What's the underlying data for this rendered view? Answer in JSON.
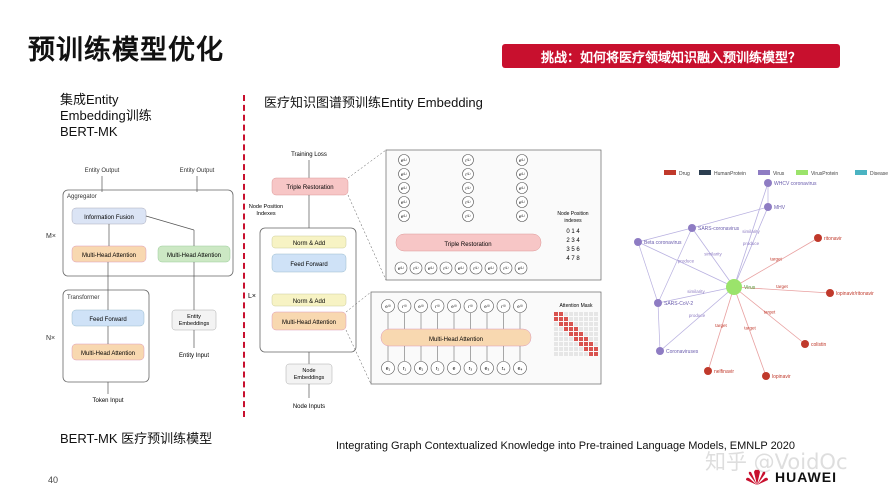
{
  "title": "预训练模型优化",
  "challenge_banner": "挑战：如何将医疗领域知识融入预训练模型？",
  "left_panel": {
    "heading_lines": [
      "集成Entity",
      "Embedding训练",
      "BERT-MK"
    ],
    "caption": "BERT-MK 医疗预训练模型",
    "diagram": {
      "entity_output_1": "Entity Output",
      "entity_output_2": "Entity Output",
      "aggregator": "Aggregator",
      "information_fusion": "Information Fusion",
      "multi_head_attention_a": "Multi-Head Attention",
      "multi_head_attention_b": "Multi-Head Attention",
      "m_label": "M×",
      "transformer": "Transformer",
      "feed_forward": "Feed Forward",
      "multi_head_attention_c": "Multi-Head Attention",
      "n_label": "N×",
      "entity_embeddings_line1": "Entity",
      "entity_embeddings_line2": "Embeddings",
      "entity_input": "Entity Input",
      "token_input": "Token Input"
    }
  },
  "middle_panel": {
    "heading": "医疗知识图谱预训练Entity Embedding",
    "diagram": {
      "training_loss": "Training Loss",
      "triple_restoration": "Triple Restoration",
      "node_position_line1": "Node Position",
      "node_position_line2": "Indexes",
      "norm_add_top": "Norm & Add",
      "feed_forward": "Feed Forward",
      "l_label": "L×",
      "norm_add_bottom": "Norm & Add",
      "multi_head_attention": "Multi-Head Attention",
      "node_embeddings_line1": "Node",
      "node_embeddings_line2": "Embeddings",
      "node_inputs": "Node Inputs",
      "zoom_triple_restoration": "Triple Restoration",
      "zoom_npi_line1": "Node Position",
      "zoom_npi_line2": "indexes",
      "npi_matrix": [
        "0 1 4",
        "2 3 4",
        "3 5 6",
        "4 7 8"
      ],
      "zoom_multi_head_attention": "Multi-Head Attention",
      "attention_mask": "Attention Mask",
      "output_top_row": [
        "e⁽ᴸ⁾",
        "r⁽ᴸ⁾",
        "e⁽ᴸ⁾",
        "r⁽ᴸ⁾",
        "e⁽ᴸ⁾",
        "r⁽ᴸ⁾",
        "e⁽ᴸ⁾",
        "r⁽ᴸ⁾",
        "e⁽ᴸ⁾"
      ],
      "attn_output_row": [
        "e⁽ˡ⁾",
        "r⁽ˡ⁾",
        "e⁽ˡ⁾",
        "r⁽ˡ⁾",
        "e⁽ˡ⁾",
        "r⁽ˡ⁾",
        "e⁽ˡ⁾",
        "r⁽ˡ⁾",
        "e⁽ˡ⁾"
      ],
      "input_row": [
        "e₁",
        "r₁",
        "e₁",
        "r₂",
        "e",
        "r₃",
        "e₃",
        "r₄",
        "e₄"
      ]
    }
  },
  "graph_panel": {
    "legend": [
      {
        "label": "Drug",
        "color": "#c0392b"
      },
      {
        "label": "HumanProtein",
        "color": "#2c3e50"
      },
      {
        "label": "Virus",
        "color": "#8e7cc3"
      },
      {
        "label": "VirusProtein",
        "color": "#9be36b"
      },
      {
        "label": "Disease",
        "color": "#4ab3c2"
      }
    ],
    "center_node": "Virus",
    "nodes": [
      {
        "label": "WHCV coronavirus",
        "type": "Virus"
      },
      {
        "label": "MHV",
        "type": "Virus"
      },
      {
        "label": "SARS-coronavirus",
        "type": "Virus"
      },
      {
        "label": "Beta coronavirus",
        "type": "Virus"
      },
      {
        "label": "SARS-CoV-2",
        "type": "Virus"
      },
      {
        "label": "Coronaviruses",
        "type": "Virus"
      },
      {
        "label": "ritonavir",
        "type": "Drug"
      },
      {
        "label": "lopinavir/ritonavir",
        "type": "Drug"
      },
      {
        "label": "colistin",
        "type": "Drug"
      },
      {
        "label": "lopinavir",
        "type": "Drug"
      },
      {
        "label": "nelfinavir",
        "type": "Drug"
      }
    ],
    "edge_labels": [
      "similarity",
      "produce",
      "target"
    ]
  },
  "citation": "Integrating Graph Contextualized Knowledge into Pre-trained Language Models, EMNLP 2020",
  "watermark": "知乎 @VoidOc",
  "page_number": "40",
  "logo_text": "HUAWEI"
}
